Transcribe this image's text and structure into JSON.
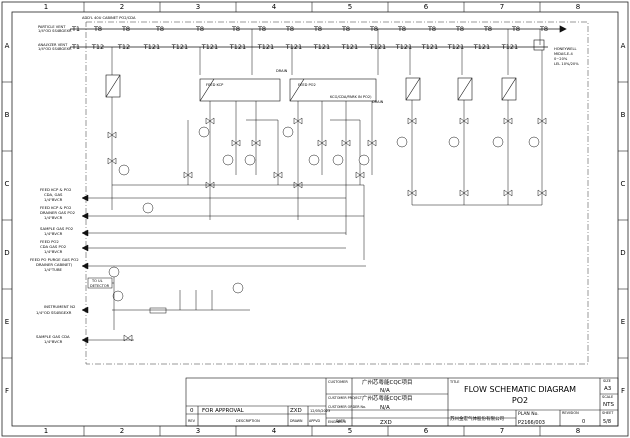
{
  "frame": {
    "columns": [
      "1",
      "2",
      "3",
      "4",
      "5",
      "6",
      "7",
      "8"
    ],
    "rows": [
      "A",
      "B",
      "C",
      "D",
      "E",
      "F"
    ]
  },
  "legend_top": {
    "line1": "ADD'L 40U CABINET PO2/CDA",
    "line2a": "PARTICLE VENT",
    "line2b": "1/4\"OD SS4BGEXR",
    "line3a": "ANALYZER VENT",
    "line3b": "1/4\"OD SS4BGEXR"
  },
  "header_tags": {
    "t8": "T8",
    "t1": "T1",
    "t12": "T12",
    "t121": "T121"
  },
  "side_labels": {
    "feed_kcp": "FEED KCP & PO2",
    "kcp_line": "CDA, GAS",
    "kcp_size": "1/4\"BVCR",
    "feed_kcp2": "FEED KCP & PO2",
    "kcp2_line": "DRAINER GAS PO2",
    "kcp2_size": "1/4\"BVCR",
    "sample_cabinet": "SAMPLE GAS PO2",
    "sample_size": "1/4\"BVCR",
    "feed_po2_cda": "FEED PO2",
    "po2_cda_line": "CDA GAS PO2",
    "po2_cda_size": "1/4\"BVCR",
    "feed_po2_purge": "FEED PO PURGE GAS PO2",
    "purge_line": "DRAINER CABINET)",
    "purge_size": "1/4\"TUBE",
    "instrument": "INSTRUMENT N2",
    "instrument_size": "1/4\"OD SS4BGEXR",
    "sample_cda": "SAMPLE GAS CDA",
    "sample_cda_size": "1/4\"BVCR"
  },
  "block_labels": {
    "feed_kcp_box": "FEED KCP",
    "feed_po2_box": "FEED PO2",
    "feed_cda_box": "KCG/CDA/PARK IN PO2)",
    "drain1": "DRAIN",
    "drain2": "DRAIN",
    "honeywell": "HONEYWELL",
    "honeywell2": "MIDAS-E-4",
    "honeywell3": "0~20%",
    "honeywell4": "LEL 10%/20%",
    "to_ul": "TO UL",
    "to_ul2": "DETECTOR"
  },
  "title_block": {
    "customer_label": "CUSTOMER",
    "customer_value": "广州芯粤能CQC项目",
    "customer_sub": "N/A",
    "project_label": "CUSTOMER PROJECT",
    "project_value": "广州芯粤能CQC项目",
    "order_label": "CUSTOMER ORDER No.",
    "order_value": "N/A",
    "engineer_label": "ENGINEER",
    "engineer_value": "ZXD",
    "company": "苏州金宏气体股份有限公司",
    "title_label": "TITLE",
    "title": "FLOW SCHEMATIC DIAGRAM",
    "subtitle": "PO2",
    "plan_label": "PLAN No.",
    "plan_value": "P2166/003",
    "revision_label": "REVISION",
    "revision_value": "0",
    "size_label": "SIZE",
    "size_value": "A3",
    "scale_label": "SCALE",
    "scale_value": "NTS",
    "sheet_label": "SHEET",
    "sheet_value": "5/8",
    "rev_num": "0",
    "rev_desc": "FOR APPROVAL",
    "rev_drawn": "ZXD",
    "rev_date": "12/05/2023",
    "col_rev": "REV",
    "col_desc": "DESCRIPTION",
    "col_drawn": "DRAWN",
    "col_appvd": "APPVD",
    "col_date": "DATE"
  }
}
